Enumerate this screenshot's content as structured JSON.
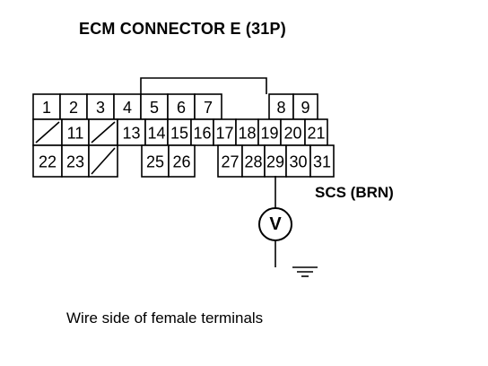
{
  "title": "ECM CONNECTOR E (31P)",
  "wire_label": "SCS (BRN)",
  "meter_symbol": "V",
  "caption": "Wire side of female terminals",
  "connector": {
    "rows": [
      [
        {
          "label": "1"
        },
        {
          "label": "2"
        },
        {
          "label": "3"
        },
        {
          "label": "4"
        },
        {
          "label": "5"
        },
        {
          "label": "6"
        },
        {
          "label": "7"
        },
        {
          "empty": true
        },
        {
          "label": "8"
        },
        {
          "label": "9"
        }
      ],
      [
        {
          "blank": true
        },
        {
          "label": "11"
        },
        {
          "blank": true
        },
        {
          "label": "13"
        },
        {
          "label": "14"
        },
        {
          "label": "15"
        },
        {
          "label": "16"
        },
        {
          "label": "17"
        },
        {
          "label": "18"
        },
        {
          "label": "19"
        },
        {
          "label": "20"
        },
        {
          "label": "21"
        }
      ],
      [
        {
          "label": "22"
        },
        {
          "label": "23"
        },
        {
          "blank": true
        },
        {
          "empty": true
        },
        {
          "label": "25"
        },
        {
          "label": "26"
        },
        {
          "empty": true
        },
        {
          "label": "27"
        },
        {
          "label": "28"
        },
        {
          "label": "29"
        },
        {
          "label": "30"
        },
        {
          "label": "31"
        }
      ]
    ]
  },
  "probe_terminal": "29"
}
